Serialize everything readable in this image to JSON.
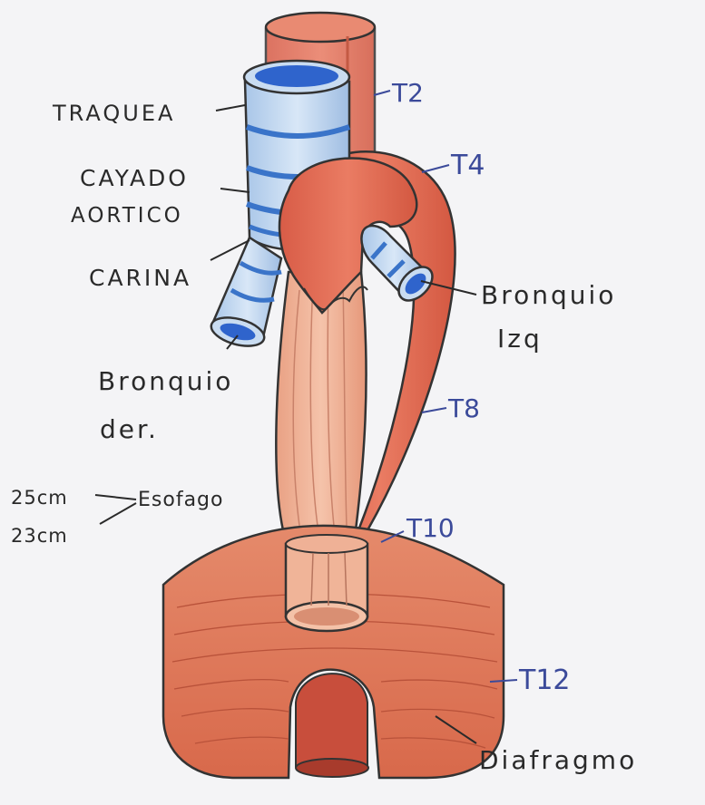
{
  "labels": {
    "traquea": "TRAQUEA",
    "cayado_1": "CAYADO",
    "cayado_2": "AORTICO",
    "carina": "CARINA",
    "bronquio_der_1": "Bronquio",
    "bronquio_der_2": "der.",
    "bronquio_izq_1": "Bronquio",
    "bronquio_izq_2": "Izq",
    "esofago": "Esofago",
    "len_1": "25cm",
    "len_2": "23cm",
    "diafragma": "Diafragmo"
  },
  "vertebral_levels": {
    "t2": "T2",
    "t4": "T4",
    "t8": "T8",
    "t10": "T10",
    "t12": "T12"
  },
  "colors": {
    "background": "#f4f4f6",
    "aorta": "#e06a52",
    "esophagus": "#efb196",
    "diaphragm": "#df7a5a",
    "trachea": "#b9d2ee",
    "lumen": "#2f64cc",
    "ink": "#2a2a2a",
    "blue_ink": "#3b4a9a"
  }
}
